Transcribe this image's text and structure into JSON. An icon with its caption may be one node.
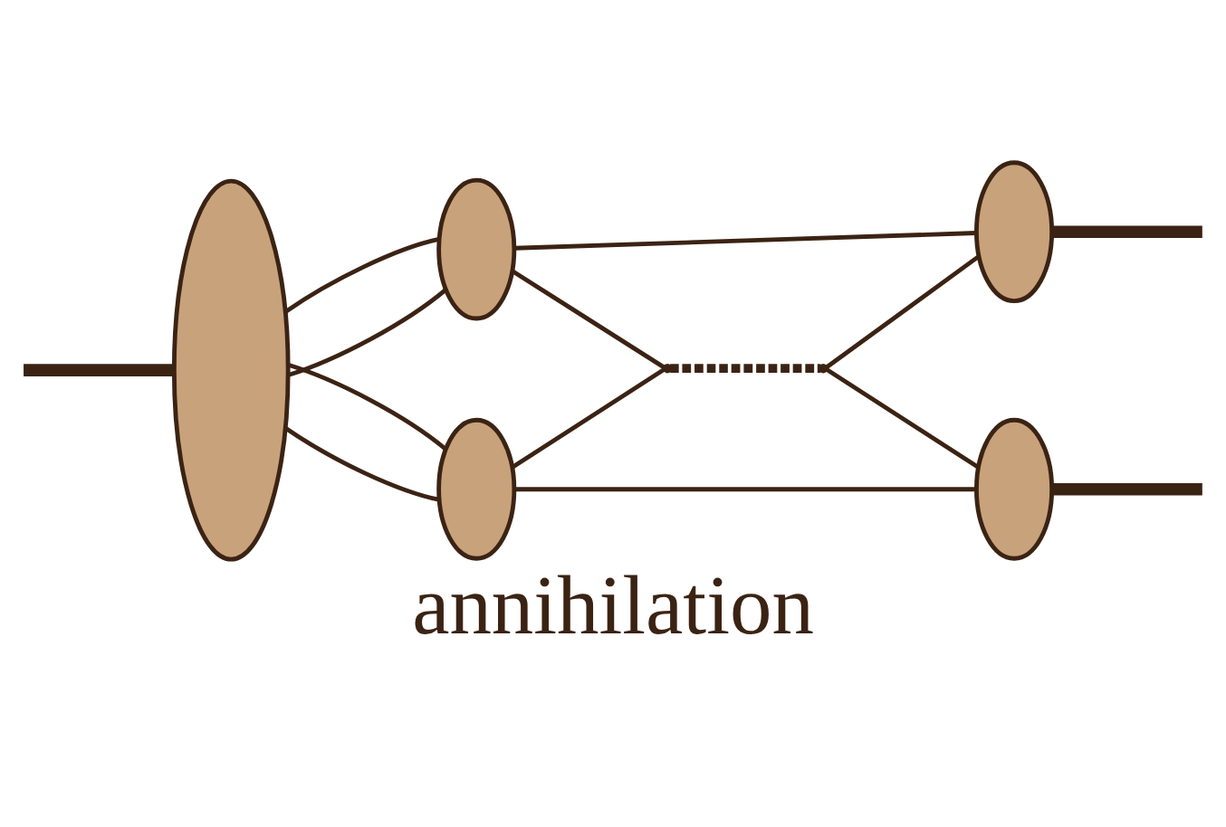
{
  "diagram": {
    "caption": "annihilation",
    "nodes": [
      {
        "text": [],
        "shape": "ellipse"
      },
      {
        "text": [],
        "shape": "ellipse"
      },
      {
        "text": [],
        "shape": "ellipse"
      },
      {
        "text": [],
        "shape": "ellipse"
      },
      {
        "text": [],
        "shape": "ellipse"
      },
      {
        "text": [],
        "shape": "point"
      },
      {
        "text": [],
        "shape": "point"
      }
    ],
    "edges": [
      {
        "from": null,
        "to": 0,
        "arrow": "none",
        "style": "thick"
      },
      {
        "from": 0,
        "to": 1,
        "arrow": "none"
      },
      {
        "from": 0,
        "to": 1,
        "arrow": "none"
      },
      {
        "from": 0,
        "to": 2,
        "arrow": "none"
      },
      {
        "from": 0,
        "to": 2,
        "arrow": "none"
      },
      {
        "from": 1,
        "to": 3,
        "arrow": "none"
      },
      {
        "from": 1,
        "to": 5,
        "arrow": "none"
      },
      {
        "from": 2,
        "to": 5,
        "arrow": "none"
      },
      {
        "from": 5,
        "to": 6,
        "arrow": "none",
        "style": "dashed"
      },
      {
        "from": 6,
        "to": 3,
        "arrow": "none"
      },
      {
        "from": 6,
        "to": 4,
        "arrow": "none"
      },
      {
        "from": 2,
        "to": 4,
        "arrow": "none"
      },
      {
        "from": 3,
        "to": null,
        "arrow": "none",
        "style": "thick"
      },
      {
        "from": 4,
        "to": null,
        "arrow": "none",
        "style": "thick"
      }
    ]
  }
}
